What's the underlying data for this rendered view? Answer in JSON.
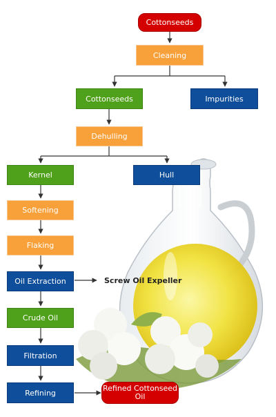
{
  "nodes": {
    "cottonseeds_top": "Cottonseeds",
    "cleaning": "Cleaning",
    "cottonseeds": "Cottonseeds",
    "impurities": "Impurities",
    "dehulling": "Dehulling",
    "kernel": "Kernel",
    "hull": "Hull",
    "softening": "Softening",
    "flaking": "Flaking",
    "oil_extraction": "Oil Extraction",
    "crude_oil": "Crude Oil",
    "filtration": "Filtration",
    "refining": "Refining",
    "refined_oil_line1": "Refined Cottonseed",
    "refined_oil_line2": "Oil"
  },
  "annotations": {
    "screw_oil_expeller": "Screw Oil Expeller"
  },
  "colors": {
    "orange": "#f8a03a",
    "green": "#4fa01a",
    "blue": "#0f4e9a",
    "red": "#d40000",
    "connector": "#333333"
  },
  "illustration": {
    "oil_jar": "glass-oil-jar-illustration",
    "cotton": "cotton-bolls-illustration"
  }
}
